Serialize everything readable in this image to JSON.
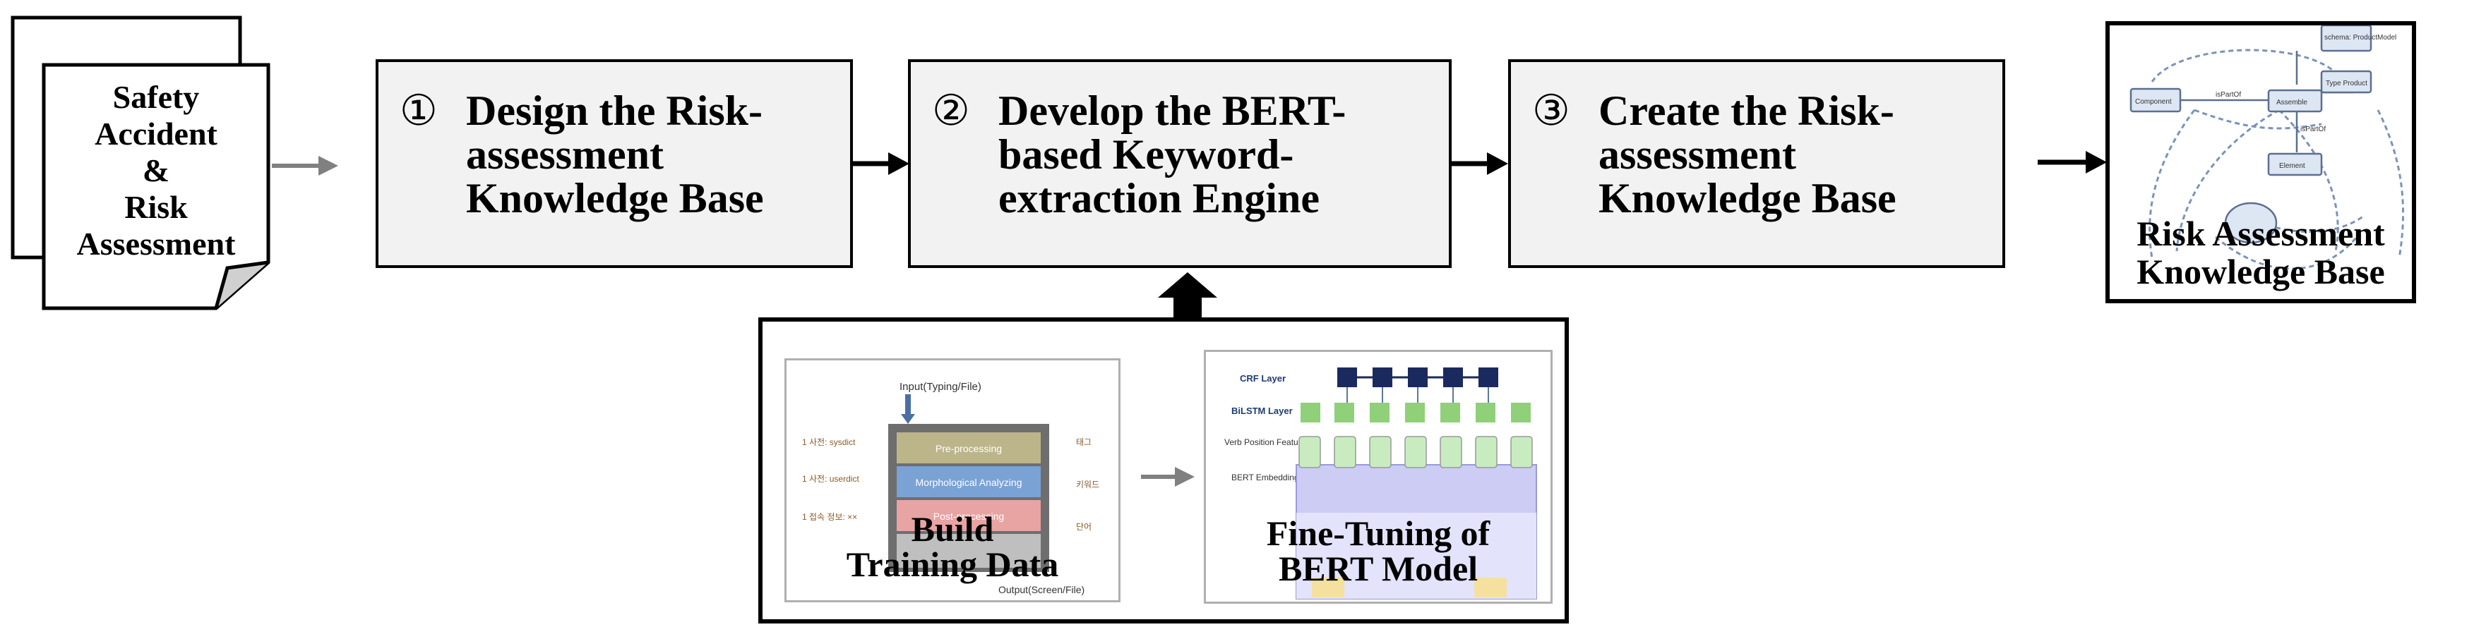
{
  "source_doc": {
    "lines": [
      "Safety",
      "Accident",
      "&",
      "Risk",
      "Assessment"
    ]
  },
  "steps": [
    {
      "num": "①",
      "lines": [
        "Design the Risk-",
        "assessment",
        "Knowledge Base"
      ]
    },
    {
      "num": "②",
      "lines": [
        "Develop the BERT-",
        "based Keyword-",
        "extraction Engine"
      ]
    },
    {
      "num": "③",
      "lines": [
        "Create the Risk-",
        "assessment",
        "Knowledge Base"
      ]
    }
  ],
  "output_kb": {
    "lines": [
      "Risk Assessment",
      "Knowledge Base"
    ],
    "nodes": [
      "Component",
      "Assemble",
      "Element",
      "Type Product",
      "schema: ProductModel"
    ],
    "edges": [
      "isPartOf",
      "isPartOf"
    ]
  },
  "sub_panel": {
    "build": {
      "lines": [
        "Build",
        "Training Data"
      ],
      "input_label": "Input(Typing/File)",
      "output_label": "Output(Screen/File)",
      "layers": [
        "Pre-processing",
        "Morphological Analyzing",
        "Post-processing"
      ],
      "left_labels": [
        "1 사전: sysdict",
        "1 사전: userdict",
        "1 접속 정보: ××"
      ],
      "right_labels": [
        "태그",
        "키워드",
        "단어"
      ]
    },
    "finetune": {
      "lines": [
        "Fine-Tuning of",
        "BERT Model"
      ],
      "layer_labels": [
        "CRF Layer",
        "BiLSTM Layer",
        "Verb Position Features",
        "BERT Embedding"
      ]
    }
  },
  "colors": {
    "box_fill": "#f2f2f2",
    "arrow_gray": "#808080"
  }
}
